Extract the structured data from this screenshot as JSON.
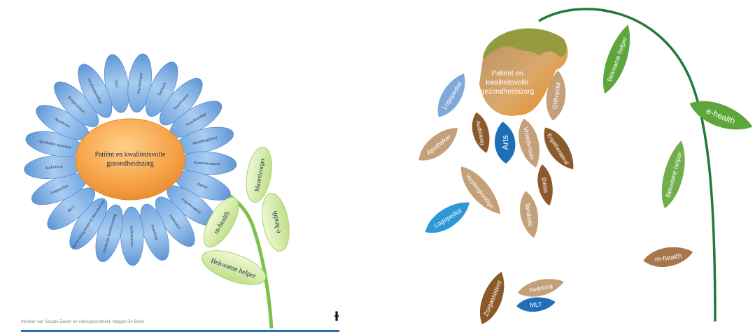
{
  "left_flower": {
    "center_label_line1": "Patiënt en kwaliteitsvolle",
    "center_label_line2": "gezondheidszorg",
    "petals": [
      {
        "label": "Arts"
      },
      {
        "label": "Psychologen"
      },
      {
        "label": "Tandarts"
      },
      {
        "label": "Vroedvrouw"
      },
      {
        "label": "Vroedkundige"
      },
      {
        "label": "Mondhygiënist"
      },
      {
        "label": "Kinesitherapeut"
      },
      {
        "label": "Diëtist"
      },
      {
        "label": "Ergotherapeut"
      },
      {
        "label": "Orthoptist"
      },
      {
        "label": "Podoloog"
      },
      {
        "label": "Ambulancier"
      },
      {
        "label": "Medische beeldvorming"
      },
      {
        "label": "Technoloog medisch laboratorium"
      },
      {
        "label": "MLT"
      },
      {
        "label": "Logopedist"
      },
      {
        "label": "Audioloog"
      },
      {
        "label": "Apotheker-assistent"
      },
      {
        "label": "Apotheker"
      },
      {
        "label": "Zorgassistent"
      },
      {
        "label": "Verpleegkundige"
      }
    ],
    "leaves": [
      {
        "label": "Mantelzorger"
      },
      {
        "label": "m-health"
      },
      {
        "label": "e-health"
      },
      {
        "label": "Bekwame helper"
      }
    ],
    "footer": "Minister van Sociale Zaken en Volksgezondheid, Maggie De Block",
    "corner_glyph": "ɫ"
  },
  "right_wilted": {
    "head_label_line1": "Patiënt en",
    "head_label_line2": "kwaliteitsvolle",
    "head_label_line3": "gezondheidszorg",
    "leaves": [
      {
        "label": "Logopedist",
        "color": "#7fa9d6"
      },
      {
        "label": "Audioloog",
        "color": "#8a5a2b"
      },
      {
        "label": "Apotheker",
        "color": "#c4a07a"
      },
      {
        "label": "Arts",
        "color": "#1e6fb8"
      },
      {
        "label": "Vroedvrouw",
        "color": "#c4a07a"
      },
      {
        "label": "Ergotherapeut",
        "color": "#8a5a2b"
      },
      {
        "label": "Orthoptist",
        "color": "#c4a07a"
      },
      {
        "label": "Verpleegkundige",
        "color": "#c4a07a"
      },
      {
        "label": "Diëtist",
        "color": "#8a5a2b"
      },
      {
        "label": "Tandarts",
        "color": "#c4a07a"
      },
      {
        "label": "Logopedist",
        "color": "#2f97d6"
      },
      {
        "label": "Zorgassistent",
        "color": "#8a5a2b"
      },
      {
        "label": "Podoloog",
        "color": "#c4a07a"
      },
      {
        "label": "MLT",
        "color": "#1e6fb8"
      },
      {
        "label": "Bekwame helper",
        "color": "#5da63c"
      },
      {
        "label": "e-health",
        "color": "#5da63c"
      },
      {
        "label": "Bekwame helper",
        "color": "#6fae4a"
      },
      {
        "label": "m-health",
        "color": "#a8764a"
      }
    ]
  }
}
